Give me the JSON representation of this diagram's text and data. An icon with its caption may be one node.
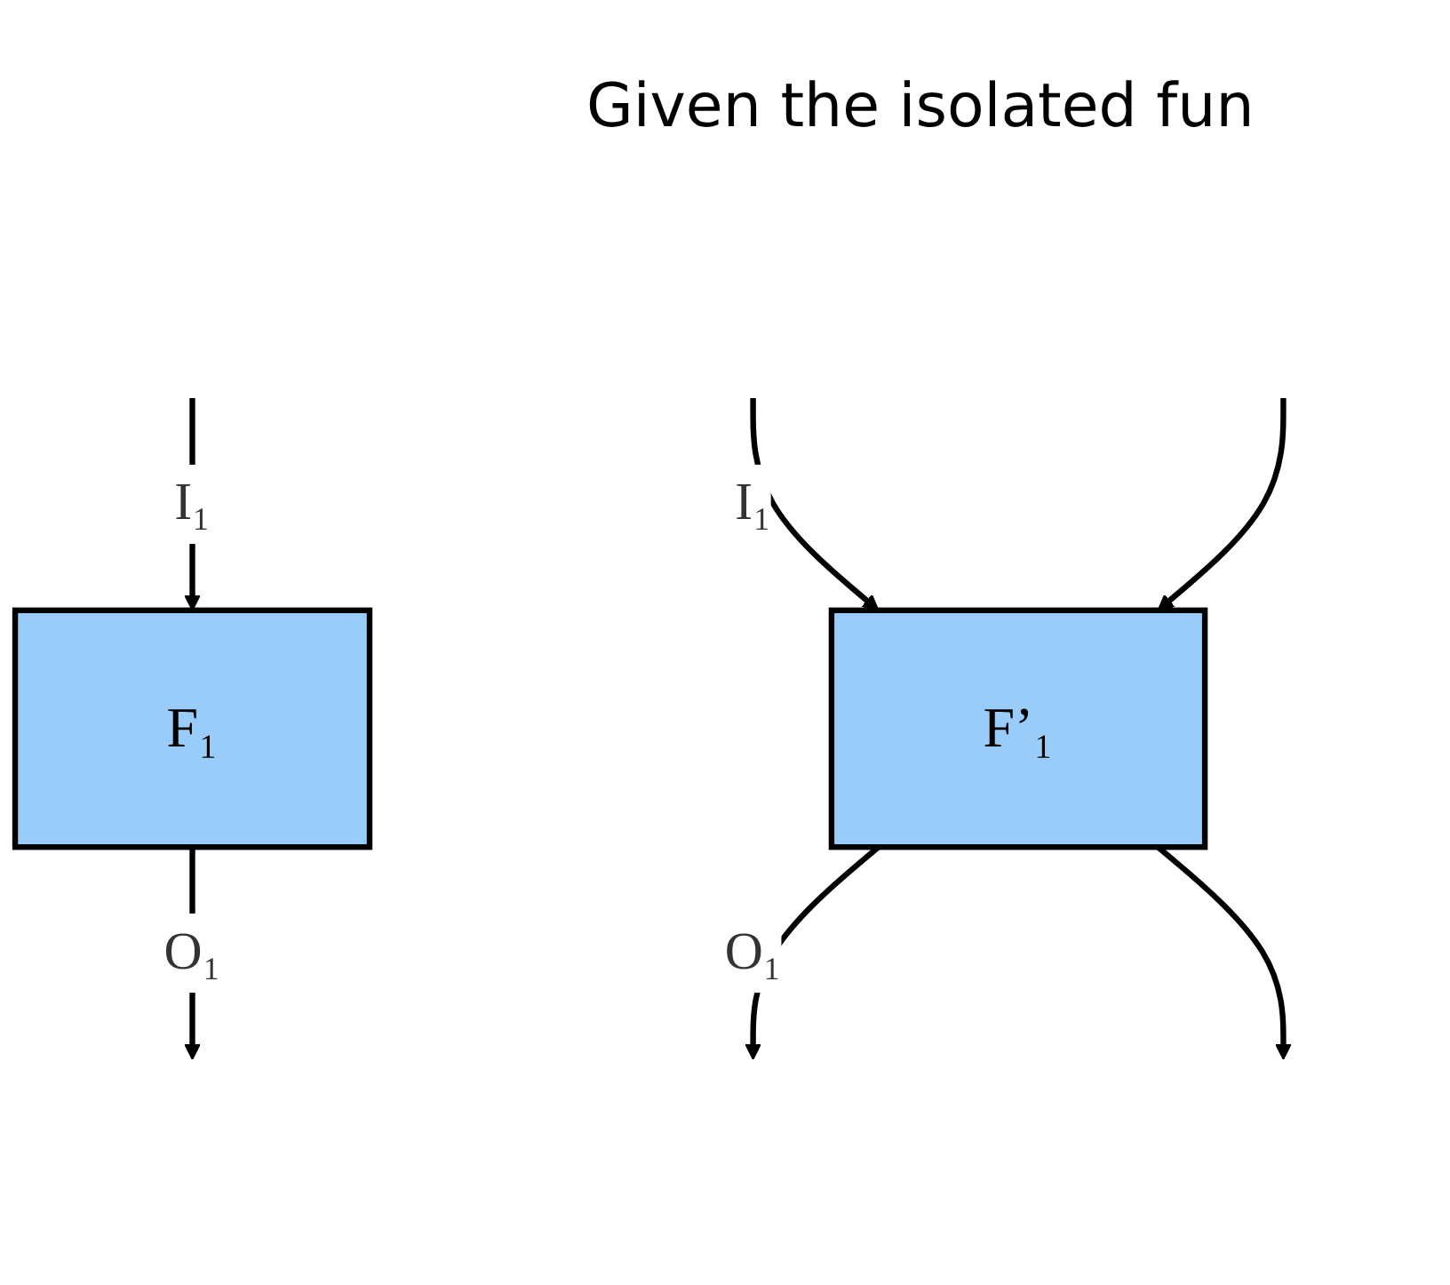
{
  "diagram": {
    "title": "Given the isolated fun",
    "nodes": [
      {
        "text": [
          "F₁"
        ]
      },
      {
        "text": [
          "F’₁"
        ]
      }
    ],
    "edges": [
      {
        "from": null,
        "to": 0,
        "arrow": "to",
        "label": "I₁"
      },
      {
        "from": 0,
        "to": null,
        "arrow": "to",
        "label": "O₁"
      },
      {
        "from": null,
        "to": 1,
        "arrow": "to",
        "label": "I₁"
      },
      {
        "from": 1,
        "to": null,
        "arrow": "to",
        "label": "O₁"
      },
      {
        "from": 1,
        "to": null,
        "arrow": "to"
      },
      {
        "from": null,
        "to": 1,
        "arrow": "to"
      }
    ]
  }
}
